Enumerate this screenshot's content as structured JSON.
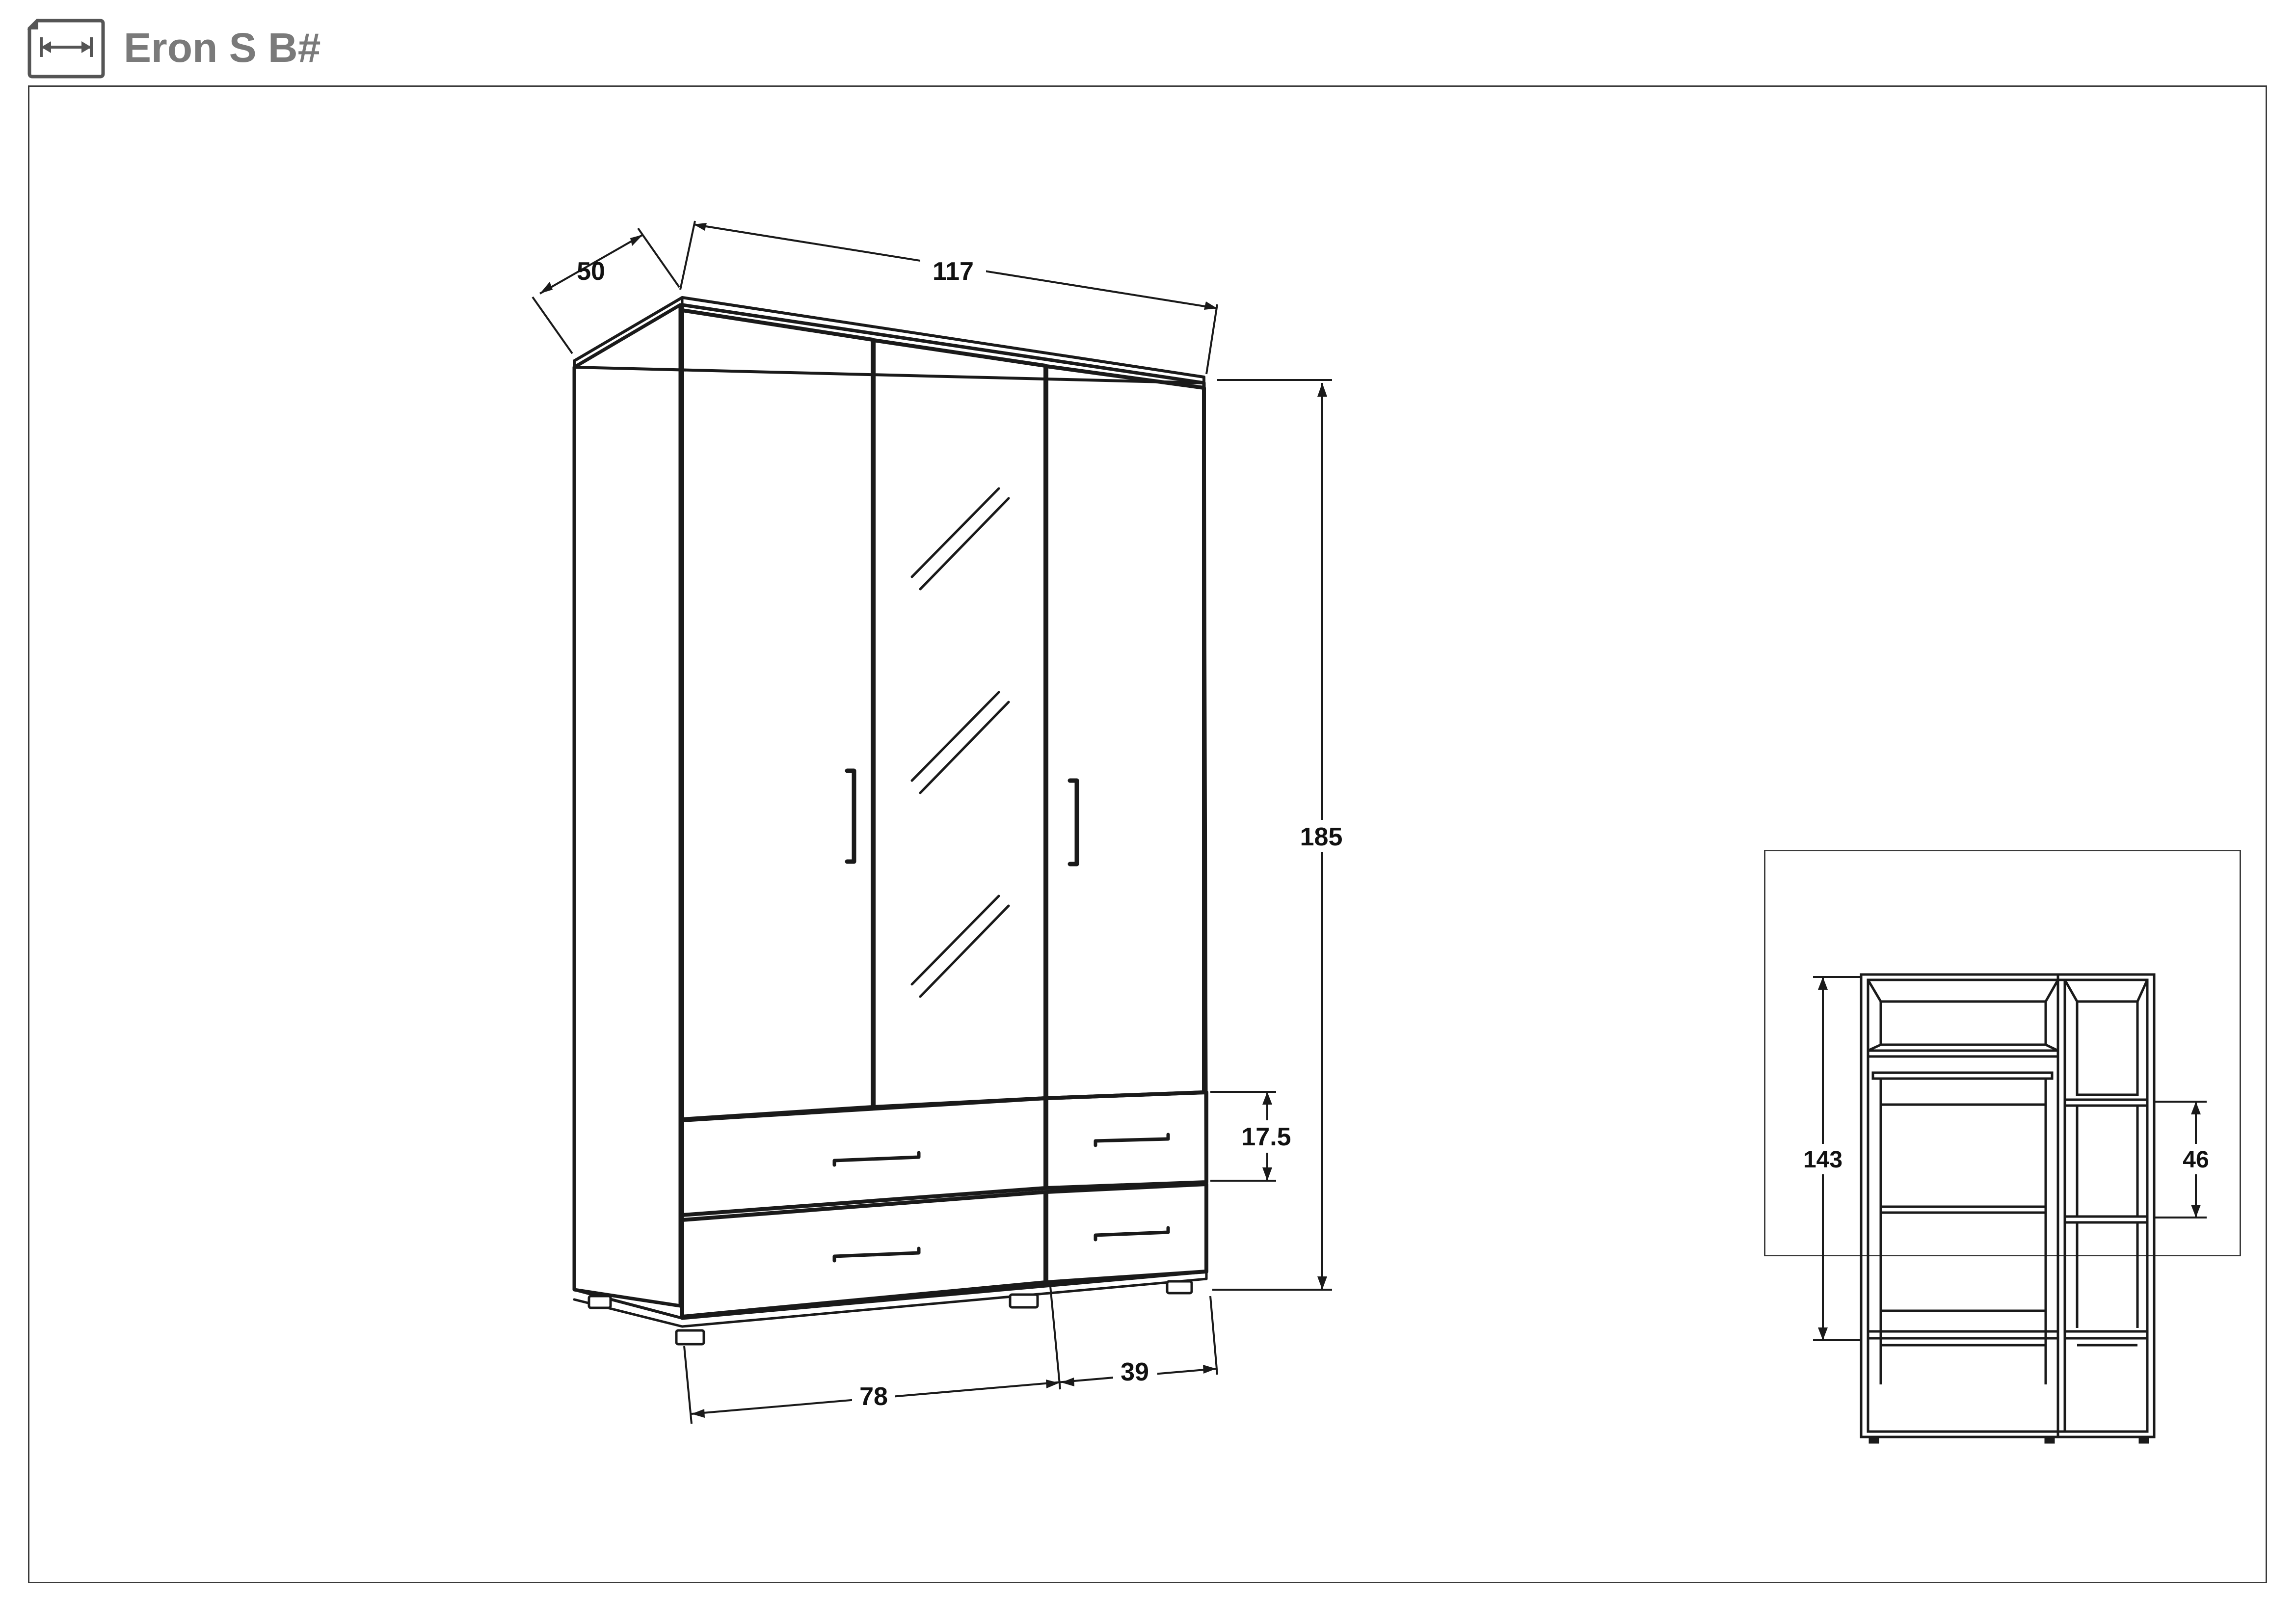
{
  "header": {
    "title": "Eron S B#",
    "icon": "dimensions-icon"
  },
  "main_drawing": {
    "subject": "wardrobe",
    "dimensions": {
      "depth": "50",
      "width": "117",
      "height": "185",
      "drawer_height": "17.5",
      "front_left_width": "78",
      "front_right_width": "39"
    }
  },
  "inset_drawing": {
    "subject": "wardrobe-interior",
    "dimensions": {
      "hanging_height": "143",
      "shelf_spacing": "46"
    }
  },
  "colors": {
    "line": "#1a1a1a",
    "title": "#7a7a7a",
    "frame": "#3a3a3a"
  }
}
